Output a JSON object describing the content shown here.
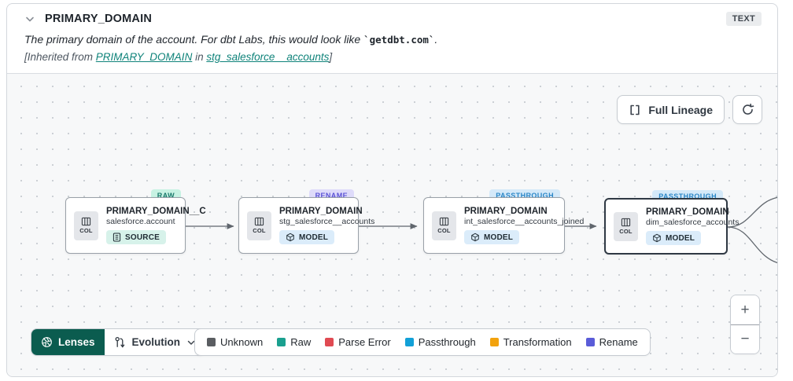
{
  "header": {
    "title": "PRIMARY_DOMAIN",
    "type_badge": "TEXT",
    "description_before_code": "The primary domain of the account. For dbt Labs, this would look like ",
    "description_code": "`getdbt.com`",
    "description_after_code": ".",
    "inherited_prefix": "[Inherited from ",
    "inherited_column_link": "PRIMARY_DOMAIN",
    "inherited_middle": " in ",
    "inherited_model_link": "stg_salesforce__accounts",
    "inherited_suffix": "]"
  },
  "controls": {
    "full_lineage_label": "Full Lineage",
    "zoom_in_label": "+",
    "zoom_out_label": "−"
  },
  "toolbar": {
    "lenses_label": "Lenses",
    "lenses_bg": "#0b5c4f",
    "lens_dropdown_value": "Evolution"
  },
  "nodes": [
    {
      "kind": "COL",
      "status": "RAW",
      "status_bg": "#c7f2e3",
      "status_fg": "#19796b",
      "title": "PRIMARY_DOMAIN__C",
      "subtitle": "salesforce.account",
      "resource_type": "SOURCE",
      "resource_bg": "#d7f2ea"
    },
    {
      "kind": "COL",
      "status": "RENAME",
      "status_bg": "#dedbfa",
      "status_fg": "#5a52d5",
      "title": "PRIMARY_DOMAIN",
      "subtitle": "stg_salesforce__accounts",
      "resource_type": "MODEL",
      "resource_bg": "#dbecfa"
    },
    {
      "kind": "COL",
      "status": "PASSTHROUGH",
      "status_bg": "#d4e9f9",
      "status_fg": "#2a86c7",
      "title": "PRIMARY_DOMAIN",
      "subtitle": "int_salesforce__accounts_joined",
      "resource_type": "MODEL",
      "resource_bg": "#dbecfa"
    },
    {
      "kind": "COL",
      "status": "PASSTHROUGH",
      "status_bg": "#d4e9f9",
      "status_fg": "#2a86c7",
      "title": "PRIMARY_DOMAIN",
      "subtitle": "dim_salesforce_accounts",
      "resource_type": "MODEL",
      "resource_bg": "#dbecfa"
    }
  ],
  "legend": {
    "items": [
      {
        "label": "Unknown",
        "color": "#5a5d61"
      },
      {
        "label": "Raw",
        "color": "#1aa08f"
      },
      {
        "label": "Parse Error",
        "color": "#e04a52"
      },
      {
        "label": "Passthrough",
        "color": "#12a0d7"
      },
      {
        "label": "Transformation",
        "color": "#f2a20d"
      },
      {
        "label": "Rename",
        "color": "#5a5cd8"
      }
    ]
  },
  "colors": {
    "link_teal": "#0f837a",
    "edge_gray": "#60666d",
    "canvas_bg": "#f7f8f9"
  }
}
